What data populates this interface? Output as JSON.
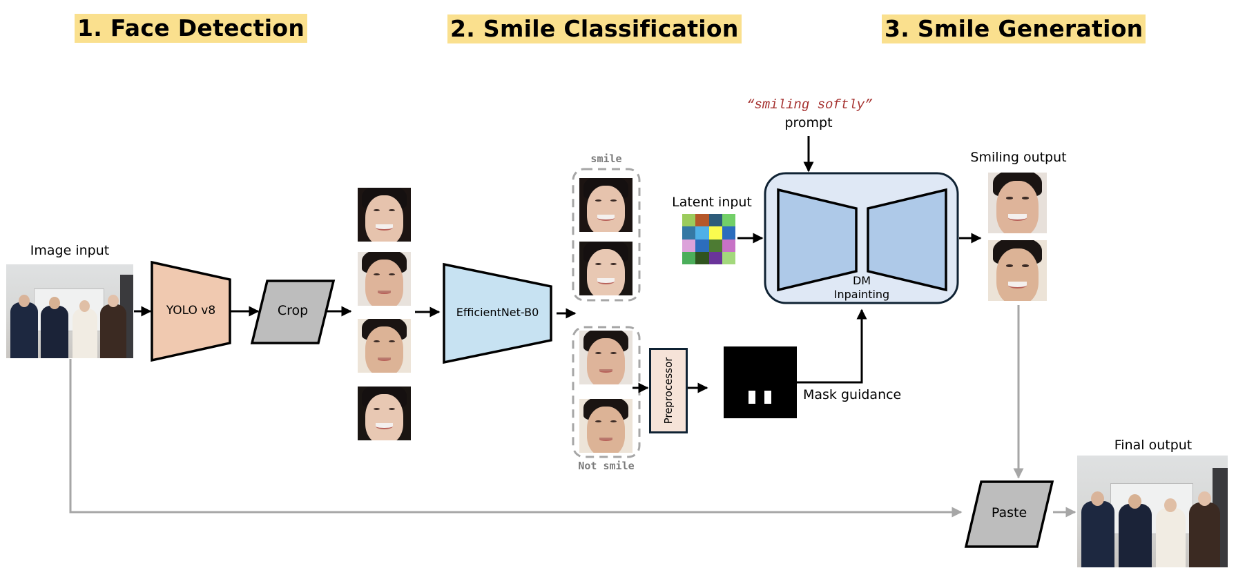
{
  "stages": [
    {
      "label": "1. Face Detection"
    },
    {
      "label": "2. Smile Classification"
    },
    {
      "label": "3. Smile Generation"
    }
  ],
  "labels": {
    "image_input": "Image input",
    "latent_input": "Latent input",
    "prompt_text": "“smiling softly”",
    "prompt": "prompt",
    "smiling_output": "Smiling output",
    "final_output": "Final output",
    "mask_guidance": "Mask guidance",
    "smile": "smile",
    "not_smile": "Not smile"
  },
  "blocks": {
    "yolo": "YOLO v8",
    "crop": "Crop",
    "efficientnet": "EfficientNet-B0",
    "preprocessor": "Preprocessor",
    "dm_line1": "DM",
    "dm_line2": "Inpainting",
    "paste": "Paste"
  },
  "colors": {
    "title_highlight": "#fae08e",
    "yolo_fill": "#f0c9b0",
    "crop_fill": "#bdbdbd",
    "efficientnet_fill": "#c7e2f2",
    "dm_container": "#dfe8f5",
    "dm_wing": "#aec9e8",
    "preprocessor_fill": "#f6e3d8",
    "skip_arrow": "#a6a6a6",
    "prompt_text": "#a5312f"
  },
  "latent_grid": [
    [
      "#9bcb5c",
      "#b5582a",
      "#2e5c7a",
      "#72cf68"
    ],
    [
      "#3578a4",
      "#4fb0e7",
      "#fbfb4f",
      "#2c6dbd"
    ],
    [
      "#dca2da",
      "#2c6dbd",
      "#4d7b33",
      "#c772c6"
    ],
    [
      "#4bae5a",
      "#30541f",
      "#6a349a",
      "#a3d87c"
    ]
  ],
  "photos": {
    "input_photo": "group photo of four people (input)",
    "final_photo": "group photo of four people (output)",
    "crop_faces": [
      "face 1 (smiling woman)",
      "face 2 (neutral man)",
      "face 3 (neutral man)",
      "face 4 (smiling woman)"
    ],
    "smile_faces": [
      "face 1",
      "face 4"
    ],
    "not_smile_faces": [
      "face 2",
      "face 3"
    ],
    "smiling_outputs": [
      "face 2 smiling",
      "face 3 smiling"
    ]
  }
}
